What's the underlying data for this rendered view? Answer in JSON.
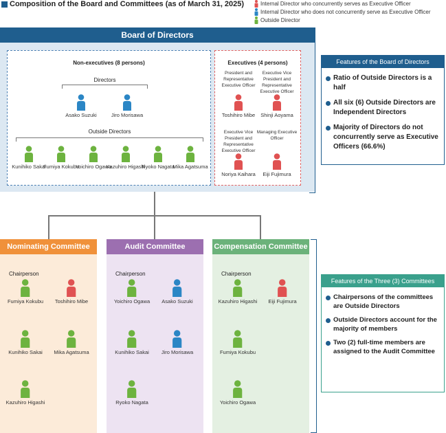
{
  "title": "Composition of the Board and Committees (as of March 31, 2025)",
  "legend": [
    {
      "label": "Internal Director who concurrently serves as  Executive Officer",
      "color": "#e05252"
    },
    {
      "label": "Internal Director who does not concurrently serve as Executive Officer",
      "color": "#2b86c5"
    },
    {
      "label": "Outside Director",
      "color": "#6db33f"
    }
  ],
  "board": {
    "header": "Board of Directors",
    "non_exec_title": "Non-executives (8 persons)",
    "directors_label": "Directors",
    "directors": [
      "Asako Suzuki",
      "Jiro Morisawa"
    ],
    "outside_label": "Outside Directors",
    "outside_directors": [
      "Kunihiko Sakai",
      "Fumiya Kokubu",
      "Yoichiro Ogawa",
      "Kazuhiro Higashi",
      "Ryoko Nagata",
      "Mika Agatsuma"
    ],
    "exec_title": "Executives (4 persons)",
    "executives": [
      {
        "role": "President and Representative Executive Officer",
        "name": "Toshihiro Mibe"
      },
      {
        "role": "Executive Vice President and Representative Executive Officer",
        "name": "Shinji Aoyama"
      },
      {
        "role": "Executive Vice President and Representative Executive Officer",
        "name": "Noriya Kaihara"
      },
      {
        "role": "Managing Executive Officer",
        "name": "Eiji Fujimura"
      }
    ]
  },
  "board_features": {
    "header": "Features of the Board of Directors",
    "items": [
      "Ratio of Outside Directors is a half",
      "All six (6) Outside Directors are Independent Directors",
      "Majority of Directors do not concurrently serve as Executive Officers (66.6%)"
    ]
  },
  "committees": [
    {
      "name": "Nominating Committee",
      "header_color": "#f0913a",
      "body_color": "#fcebd9",
      "chair_label": "Chairperson",
      "members": [
        {
          "name": "Fumiya Kokubu",
          "type": "outside"
        },
        {
          "name": "Toshihiro Mibe",
          "type": "exec"
        },
        {
          "name": "Kunihiko Sakai",
          "type": "outside"
        },
        {
          "name": "Mika Agatsuma",
          "type": "outside"
        },
        {
          "name": "Kazuhiro Higashi",
          "type": "outside"
        }
      ]
    },
    {
      "name": "Audit Committee",
      "header_color": "#9c6fb0",
      "body_color": "#ede3f2",
      "chair_label": "Chairperson",
      "members": [
        {
          "name": "Yoichiro Ogawa",
          "type": "outside"
        },
        {
          "name": "Asako Suzuki",
          "type": "internal"
        },
        {
          "name": "Kunihiko Sakai",
          "type": "outside"
        },
        {
          "name": "Jiro Morisawa",
          "type": "internal"
        },
        {
          "name": "Ryoko Nagata",
          "type": "outside"
        }
      ]
    },
    {
      "name": "Compensation Committee",
      "header_color": "#6bb27a",
      "body_color": "#e4f0e2",
      "chair_label": "Chairperson",
      "members": [
        {
          "name": "Kazuhiro Higashi",
          "type": "outside"
        },
        {
          "name": "Eiji Fujimura",
          "type": "exec"
        },
        {
          "name": "Fumiya Kokubu",
          "type": "outside"
        },
        {
          "name": "Yoichiro Ogawa",
          "type": "outside"
        }
      ]
    }
  ],
  "committee_features": {
    "header": "Features of the Three (3) Committees",
    "items": [
      "Chairpersons of the committees are Outside Directors",
      "Outside Directors account for the majority of members",
      "Two (2) full-time members are assigned to the Audit Committee"
    ]
  },
  "colors": {
    "exec": "#e05252",
    "internal": "#2b86c5",
    "outside": "#6db33f",
    "brand": "#1f5e8e",
    "teal": "#3aa08c"
  }
}
